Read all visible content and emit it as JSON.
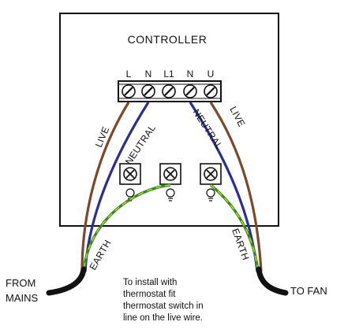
{
  "controller": {
    "title": "CONTROLLER",
    "terminals": [
      "L",
      "N",
      "L1",
      "N",
      "U"
    ]
  },
  "wire_labels": {
    "live_left": "LIVE",
    "neutral_left": "NEUTRAL",
    "neutral_right": "NEUTRAL",
    "live_right": "LIVE",
    "earth_left": "EARTH",
    "earth_right": "EARTH"
  },
  "sides": {
    "from": [
      "FROM",
      "MAINS"
    ],
    "to": "TO FAN"
  },
  "note": [
    "To install with",
    "thermostat fit",
    "thermostat switch in",
    "line on the live wire."
  ],
  "colors": {
    "live": "#7a4a2a",
    "neutral": "#2b2f8f",
    "earth_green": "#2e8b2e",
    "earth_yellow": "#d8d400",
    "cable": "#111111",
    "box": "#111111"
  },
  "icons": [
    "screw-terminal-icon",
    "earth-lamp-icon"
  ]
}
